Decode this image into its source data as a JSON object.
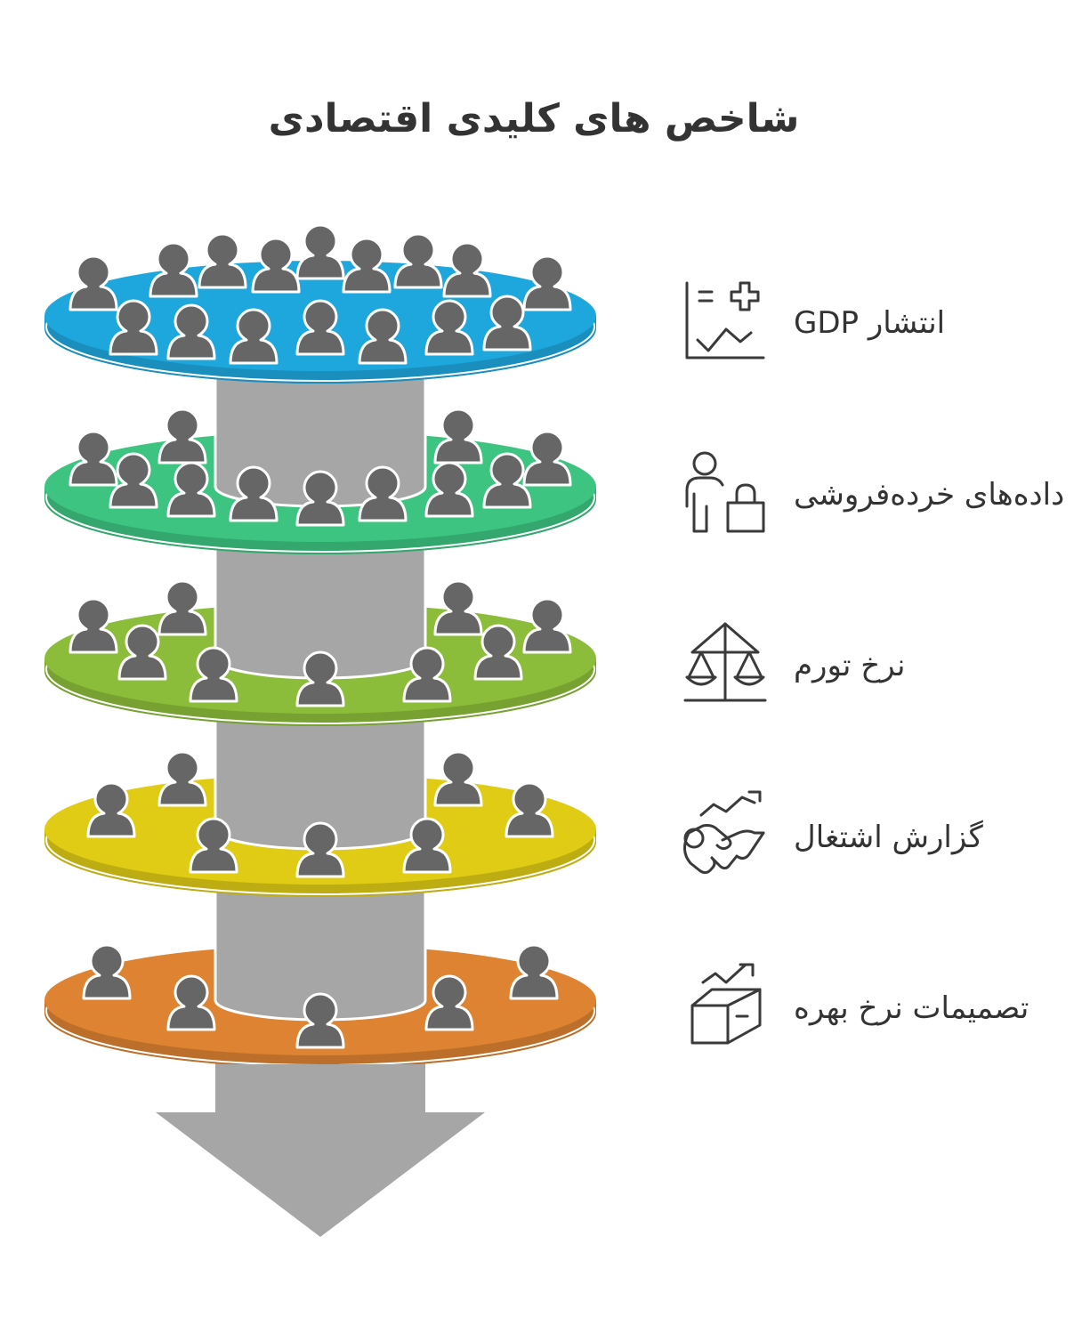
{
  "title": "شاخص های کلیدی اقتصادی",
  "levels": [
    {
      "label": "انتشار GDP",
      "color": "#1ea7dd",
      "icon": "chart-plus-icon"
    },
    {
      "label": "داده‌های خرده‌فروشی",
      "color": "#3cc480",
      "icon": "person-shopping-bag-icon"
    },
    {
      "label": "نرخ تورم",
      "color": "#8cbd3a",
      "icon": "balance-scale-icon"
    },
    {
      "label": "گزارش اشتغال",
      "color": "#e0cc15",
      "icon": "handshake-trend-icon"
    },
    {
      "label": "تصمیمات نرخ بهره",
      "color": "#dd8332",
      "icon": "box-trend-icon"
    }
  ]
}
